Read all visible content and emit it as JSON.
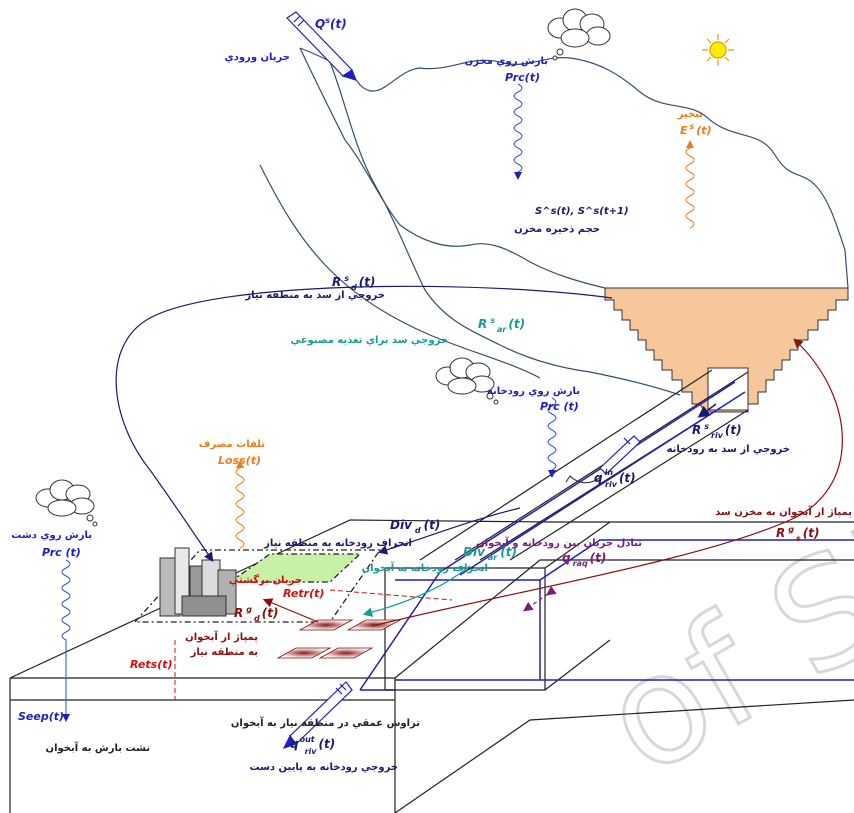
{
  "inflow": {
    "symbol": "Q",
    "sup": "s",
    "arg": "(t)",
    "label": "جريان ورودي"
  },
  "reservoir_precip": {
    "label": "بارش روي مخزن",
    "symbol": "Prc(t)"
  },
  "evaporation": {
    "label": "تبخير",
    "symbol": "E",
    "sup": "s",
    "arg": "(t)"
  },
  "storage": {
    "symbol": "S^s(t), S^s(t+1)",
    "label": "حجم ذخيره مخزن"
  },
  "release_demand": {
    "symbol": "R",
    "sup": "s",
    "sub": "d",
    "arg": "(t)",
    "label": "خروجي از سد به منطقه نياز"
  },
  "release_recharge": {
    "symbol": "R",
    "sup": "s",
    "sub": "ar",
    "arg": "(t)",
    "label": "خروجي سد براي تغذيه مصنوعي"
  },
  "river_precip": {
    "label": "بارش روي رودخانه",
    "symbol": "Prc (t)"
  },
  "release_river": {
    "symbol": "R",
    "sup": "s",
    "sub": "riv",
    "arg": "(t)",
    "label": "خروجي از سد به رودخانه"
  },
  "river_inflow": {
    "symbol": "q",
    "sup": "in",
    "sub": "riv",
    "arg": "(t)"
  },
  "gw_to_reservoir": {
    "label": "پمپاژ از آبخوان به مخزن سد",
    "symbol": "R",
    "sup": "g",
    "sub": "s",
    "arg": "(t)"
  },
  "loss": {
    "label": "تلفات مصرف",
    "symbol": "Loss(t)"
  },
  "plain_precip": {
    "label": "بارش روي دشت",
    "symbol": "Prc (t)"
  },
  "diversion_demand": {
    "symbol": "Div",
    "sub": "d",
    "arg": "(t)",
    "label": "انحراف رودخانه به منطقه نياز"
  },
  "diversion_aquifer": {
    "symbol": "Div",
    "sub": "ar",
    "arg": "(t)",
    "label": "انحراف رودخانه به آبخوان"
  },
  "exchange": {
    "label": "تبادل جريان بين رودخانه و آبخوان",
    "symbol": "q",
    "sub": "raq",
    "arg": "(t)"
  },
  "return_flow": {
    "label": "جريان برگشتي",
    "symbol": "Retr(t)"
  },
  "pumping_demand": {
    "symbol": "R",
    "sup": "g",
    "sub": "d",
    "arg": "(t)",
    "label_line1": "پمپاژ از آبخوان",
    "label_line2": "به منطقه نياز"
  },
  "deep_percolation": {
    "symbol": "Rets(t)",
    "label": "تراوش عمقي در منطقه نياز به آبخوان"
  },
  "seepage": {
    "symbol": "Seep(t)",
    "label": "نشت بارش به آبخوان"
  },
  "river_outflow": {
    "symbol": "q",
    "sup": "out",
    "sub": "riv",
    "arg": "(t)",
    "label": "خروجي رودخانه به پايين دست"
  },
  "watermark": {
    "text": "of SID"
  },
  "colors": {
    "blue": "#1f1fbf",
    "navy": "#1a1a6e",
    "orange": "#ee7b1c",
    "teal": "#1a9a96",
    "purple": "#7a1a7a",
    "maroon": "#8b1010",
    "red": "#d01010",
    "dam": "#f6c79a",
    "wavyblue": "#2f4fd6"
  }
}
